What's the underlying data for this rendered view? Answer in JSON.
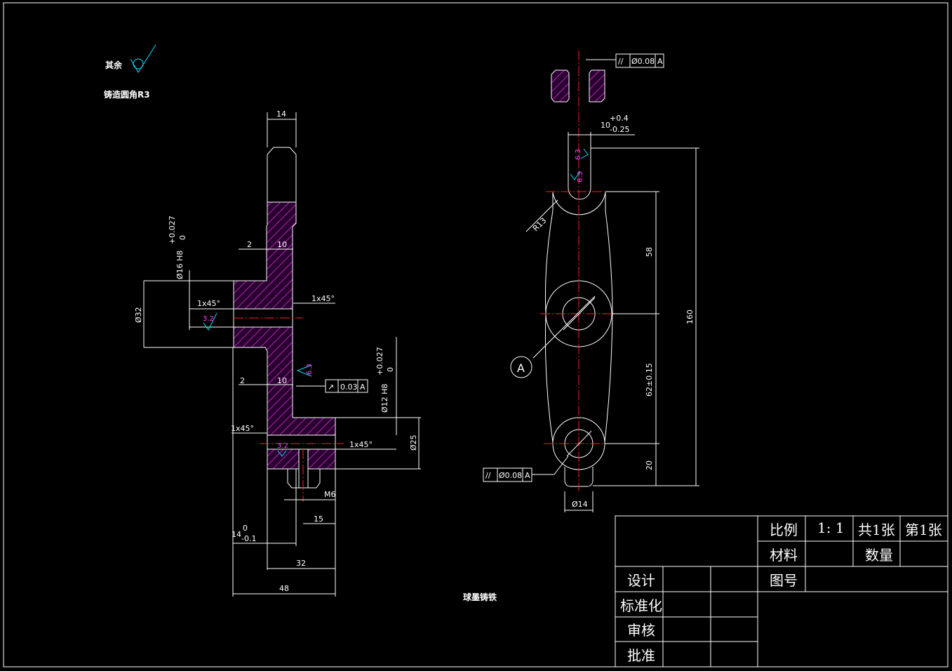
{
  "notes": {
    "remaining_label": "其余",
    "casting_fillet": "铸造圆角R3",
    "material_text": "球墨铸铁"
  },
  "side_view": {
    "dims": {
      "width_top": "14",
      "dim_2_upper": "2",
      "dim_10_upper": "10",
      "dim_2_lower": "2",
      "dim_10_lower": "10",
      "phi32": "Ø32",
      "phi16": "Ø16 H8",
      "phi16_tol_upper": "+0.027",
      "phi16_tol_lower": "0",
      "phi12": "Ø12 H8",
      "phi12_tol_upper": "+0.027",
      "phi12_tol_lower": "0",
      "chamfer_a": "1x45°",
      "chamfer_b": "1x45°",
      "chamfer_c": "1x45°",
      "chamfer_d": "1x45°",
      "phi25": "Ø25",
      "m6": "M6",
      "dim_15": "15",
      "dim_14": "14",
      "dim_14_tol_upper": "0",
      "dim_14_tol_lower": "-0.1",
      "dim_32": "32",
      "dim_48": "48"
    },
    "roughness": {
      "r_32_a": "3.2",
      "r_63": "6.3",
      "r_32_b": "3.2"
    },
    "tolerance_frame": {
      "symbol": "↗",
      "value": "0.03",
      "datum": "A"
    }
  },
  "front_view": {
    "dims": {
      "slot": "10",
      "slot_tol_upper": "+0.4",
      "slot_tol_lower": "-0.25",
      "r13": "R13",
      "dim_58": "58",
      "dim_160": "160",
      "dim_62": "62±0.15",
      "dim_20": "20",
      "phi14": "Ø14",
      "datum_label": "A"
    },
    "roughness": {
      "r_63_a": "6.3",
      "r_63_b": "6.3"
    },
    "tolerance_top": {
      "symbol": "//",
      "value": "Ø0.08",
      "datum": "A"
    },
    "tolerance_bottom": {
      "symbol": "//",
      "value": "Ø0.08",
      "datum": "A"
    }
  },
  "title_block": {
    "scale_label": "比例",
    "scale_value": "1: 1",
    "total_sheets": "共1张",
    "sheet_no": "第1张",
    "material_label": "材料",
    "quantity_label": "数量",
    "drawing_no_label": "图号",
    "design_label": "设计",
    "standard_label": "标准化",
    "review_label": "审核",
    "approve_label": "批准"
  },
  "colors": {
    "background": "#000000",
    "lines": "#ffffff",
    "centerline": "#ff2020",
    "hatch": "#ff40ff",
    "symbol": "#00e0ff"
  }
}
